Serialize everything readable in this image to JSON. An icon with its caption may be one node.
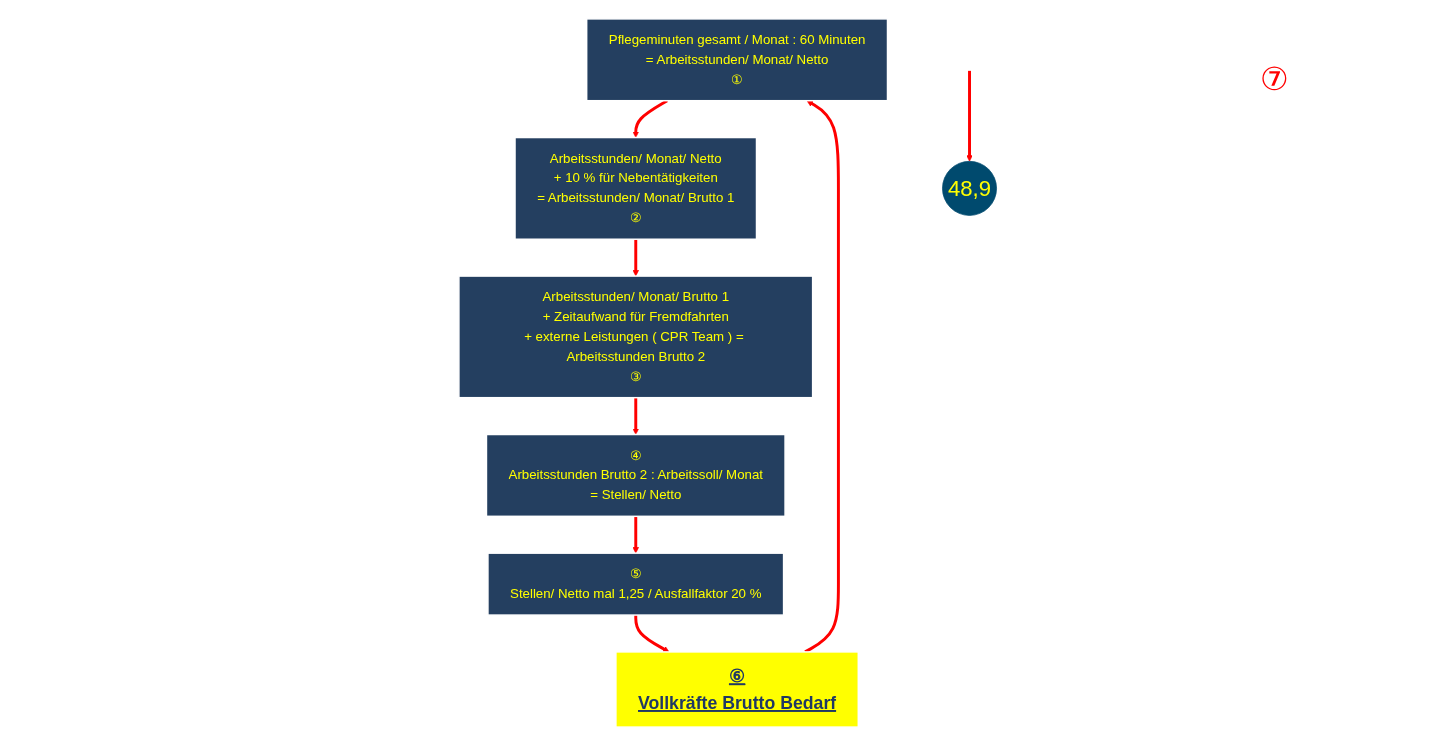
{
  "diagram": {
    "nodes": [
      {
        "text": [
          "Pflegeminuten gesamt / Monat : 60 Minuten",
          "= Arbeitsstunden/ Monat/ Netto",
          "①"
        ]
      },
      {
        "text": [
          "Arbeitsstunden/ Monat/ Netto",
          "+ 10 % für Nebentätigkeiten",
          "= Arbeitsstunden/ Monat/ Brutto 1",
          "②"
        ]
      },
      {
        "text": [
          "Arbeitsstunden/ Monat/ Brutto 1",
          "+ Zeitaufwand für Fremdfahrten",
          "+ externe Leistungen ( CPR Team ) = Arbeitsstunden Brutto 2",
          "③"
        ]
      },
      {
        "text": [
          "④",
          "Arbeitsstunden Brutto 2 : Arbeitssoll/ Monat",
          "= Stellen/ Netto"
        ]
      },
      {
        "text": [
          "⑤",
          "Stellen/ Netto mal 1,25 / Ausfallfaktor 20 %"
        ]
      },
      {
        "text": [
          "⑥",
          "Vollkräfte Brutto Bedarf"
        ]
      },
      {
        "text": [
          "48,9"
        ]
      }
    ],
    "edges": [
      {
        "from": 5,
        "to": 0,
        "arrow": "to"
      },
      {
        "from": 0,
        "to": 1,
        "arrow": "to"
      },
      {
        "from": 1,
        "to": 2,
        "arrow": "to"
      },
      {
        "from": 2,
        "to": 3,
        "arrow": "to"
      },
      {
        "from": 3,
        "to": 4,
        "arrow": "to"
      },
      {
        "from": 4,
        "to": 5,
        "arrow": "to"
      },
      {
        "from": null,
        "to": 6,
        "arrow": "to"
      }
    ],
    "labels": [
      "⑦"
    ]
  }
}
